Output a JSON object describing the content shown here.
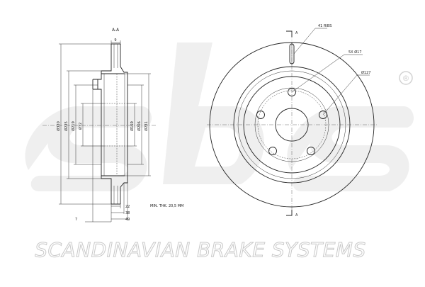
{
  "watermark": {
    "logo": "sbs",
    "registered": "®",
    "tagline": "SCANDINAVIAN BRAKE SYSTEMS"
  },
  "section_view": {
    "section_label": "A-A",
    "dims_vertical": [
      "Ø330",
      "Ø235",
      "Ø219",
      "Ø72",
      "Ø169",
      "Ø206",
      "Ø231"
    ],
    "top_dim": "9",
    "bottom_dims": [
      "22",
      "38",
      "49"
    ],
    "left_dim": "7",
    "min_thickness": "MIN. THK. 20,5 MM"
  },
  "front_view": {
    "ribs_label": "41 RIBS",
    "holes_label": "5X Ø17",
    "pcd_label": "Ø127",
    "section_marker": "A"
  }
}
